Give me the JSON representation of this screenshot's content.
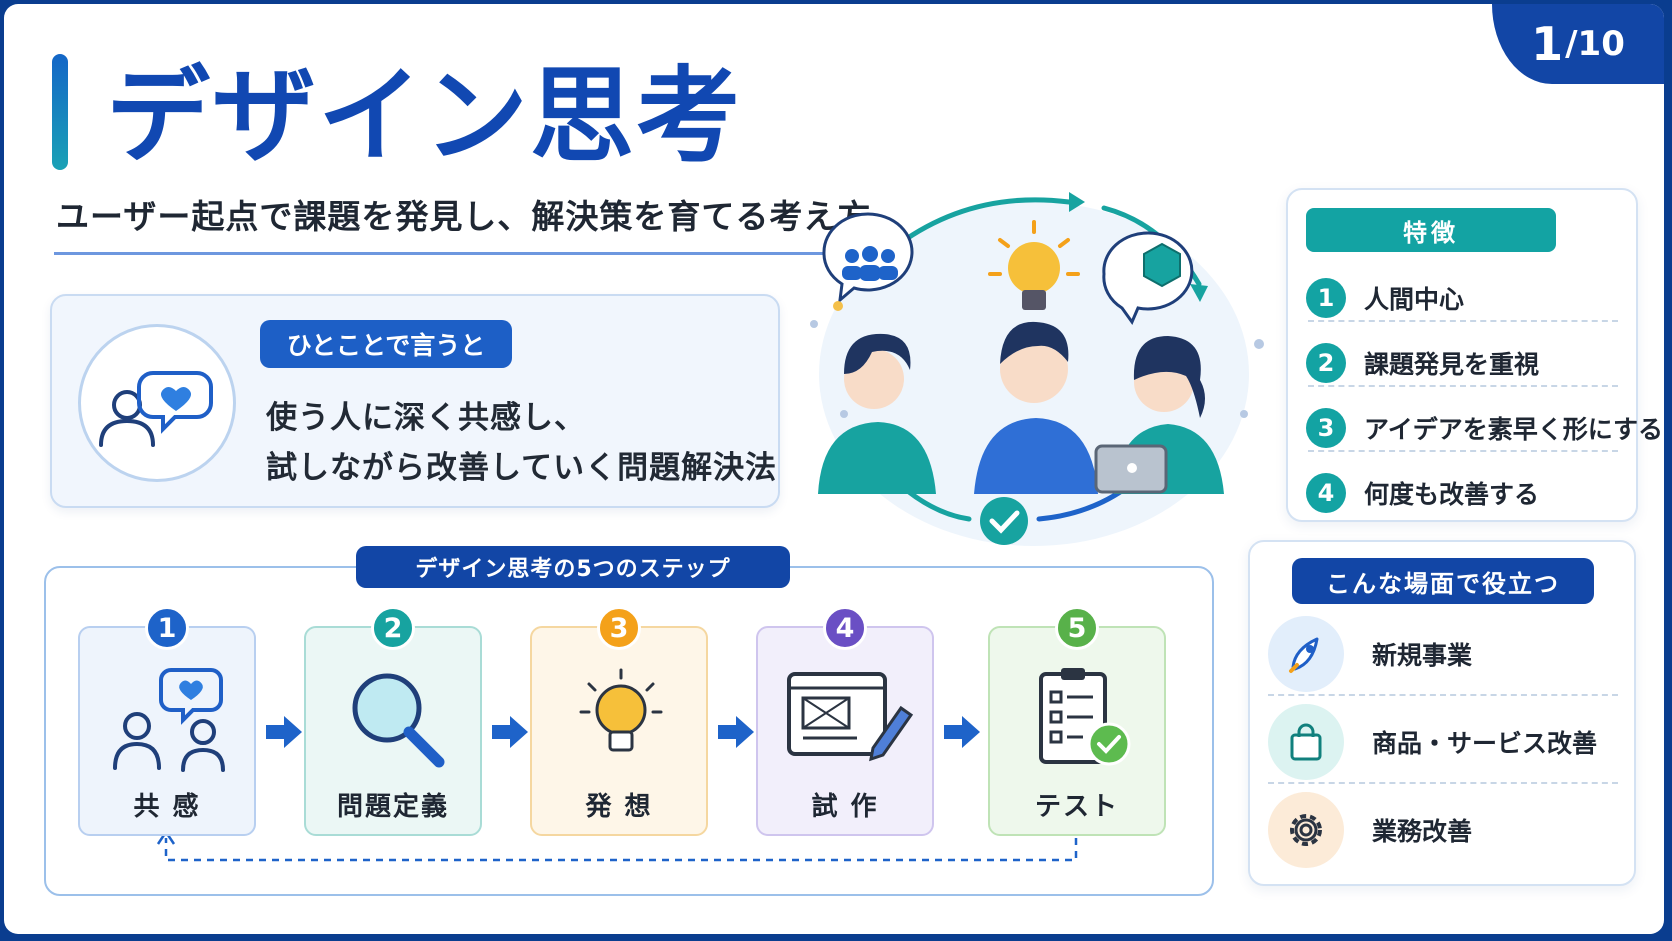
{
  "page": {
    "current": "1",
    "total": "/10"
  },
  "header": {
    "title": "デザイン思考",
    "subtitle": "ユーザー起点で課題を発見し、解決策を育てる考え方"
  },
  "summary": {
    "pill": "ひとことで言うと",
    "line1": "使う人に深く共感し、",
    "line2": "試しながら改善していく問題解決法"
  },
  "features": {
    "header": "特徴",
    "items": [
      {
        "num": "1",
        "text": "人間中心"
      },
      {
        "num": "2",
        "text": "課題発見を重視"
      },
      {
        "num": "3",
        "text": "アイデアを素早く形にする"
      },
      {
        "num": "4",
        "text": "何度も改善する"
      }
    ]
  },
  "uses": {
    "header": "こんな場面で役立つ",
    "items": [
      {
        "text": "新規事業",
        "icon": "rocket-icon"
      },
      {
        "text": "商品・サービス改善",
        "icon": "shopping-bag-icon"
      },
      {
        "text": "業務改善",
        "icon": "gear-icon"
      }
    ]
  },
  "steps": {
    "title": "デザイン思考の5つのステップ",
    "items": [
      {
        "num": "1",
        "label": "共 感",
        "icon": "empathy-icon",
        "color": "#1e63c9"
      },
      {
        "num": "2",
        "label": "問題定義",
        "icon": "magnifier-icon",
        "color": "#17a3a0"
      },
      {
        "num": "3",
        "label": "発 想",
        "icon": "lightbulb-icon",
        "color": "#f4a11a"
      },
      {
        "num": "4",
        "label": "試 作",
        "icon": "prototype-icon",
        "color": "#6a4fc4"
      },
      {
        "num": "5",
        "label": "テスト",
        "icon": "checklist-icon",
        "color": "#58b14a"
      }
    ]
  },
  "colors": {
    "brand_blue": "#1246a6",
    "title_blue": "#1148b2",
    "teal": "#13a3a3"
  }
}
